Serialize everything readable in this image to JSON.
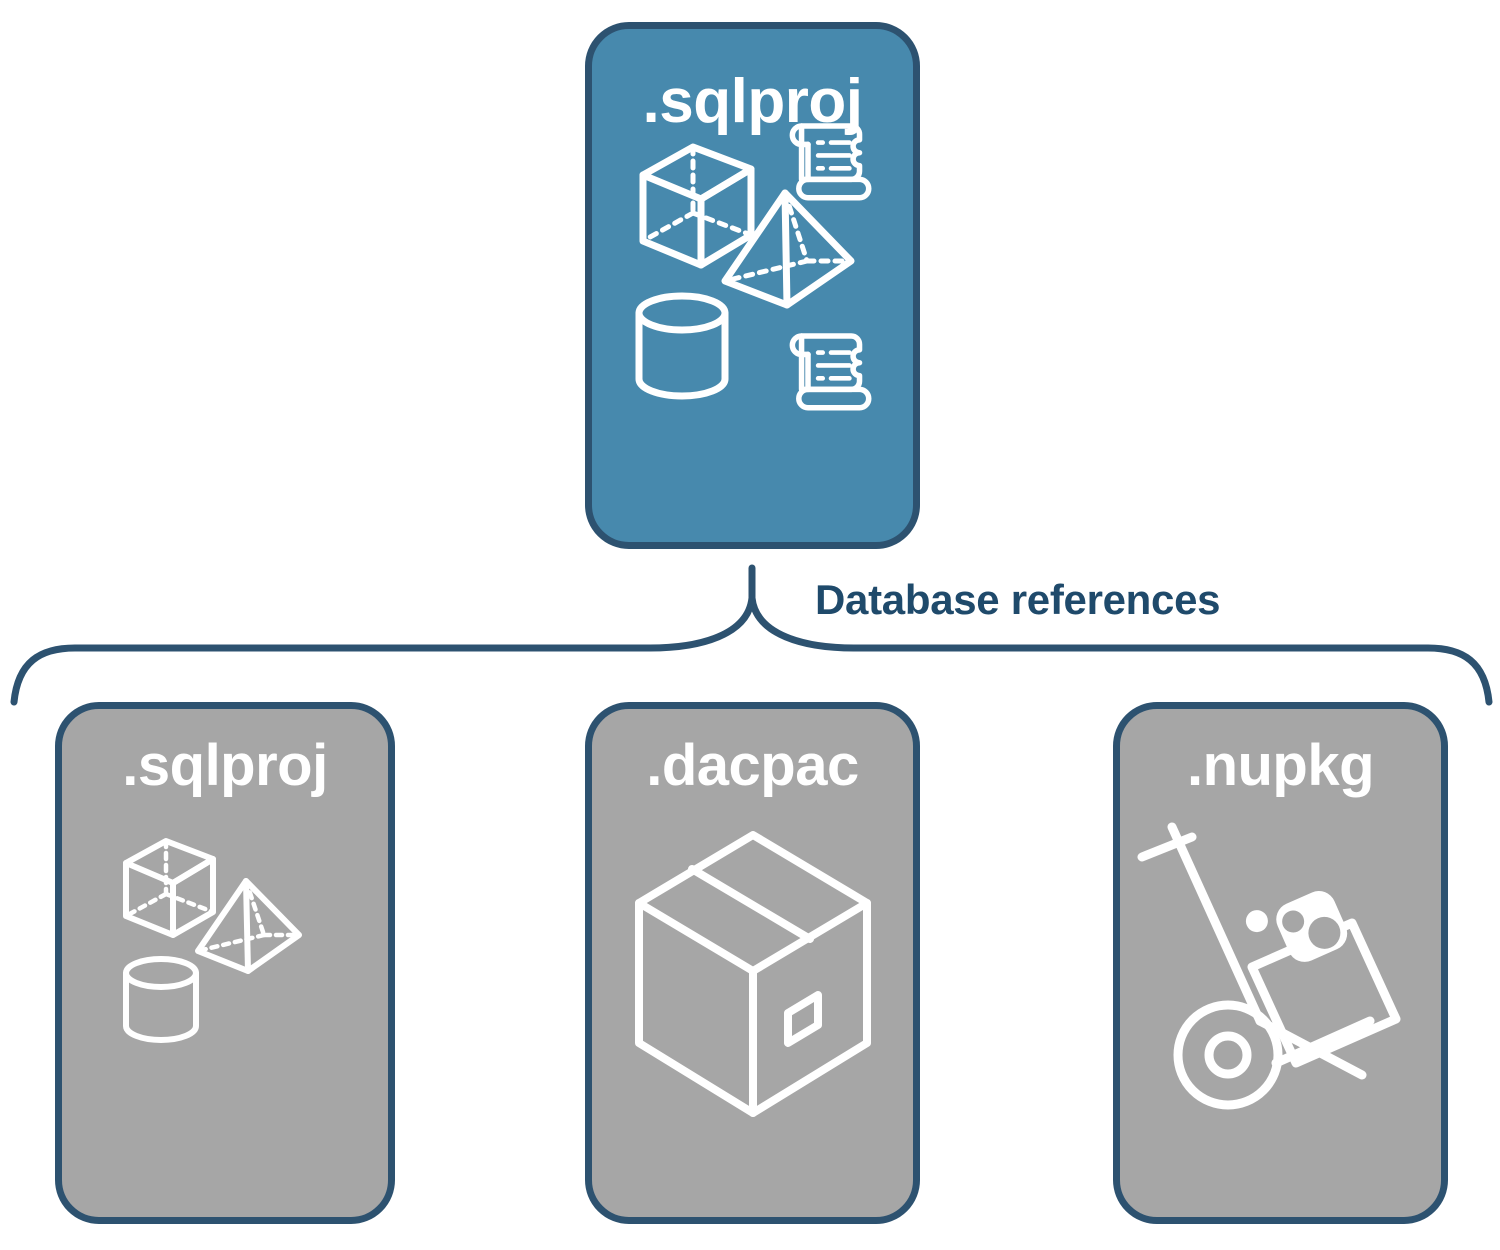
{
  "diagram": {
    "title": "Database references",
    "colors": {
      "primary_fill": "#4789ad",
      "secondary_fill": "#a6a6a6",
      "border": "#2d5270",
      "label_text": "#1f4a6b",
      "icon": "#ffffff",
      "background": "#ffffff"
    }
  },
  "top_node": {
    "label": ".sqlproj",
    "icons": [
      "cube-icon",
      "script-scroll-icon",
      "pyramid-icon",
      "cylinder-icon",
      "script-scroll-icon"
    ]
  },
  "connector": {
    "label": "Database references",
    "style": "curly-brace"
  },
  "reference_nodes": [
    {
      "label": ".sqlproj",
      "icons": [
        "cube-icon",
        "pyramid-icon",
        "cylinder-icon"
      ]
    },
    {
      "label": ".dacpac",
      "icons": [
        "shipping-box-icon"
      ]
    },
    {
      "label": ".nupkg",
      "icons": [
        "hand-truck-nuget-package-icon"
      ]
    }
  ]
}
